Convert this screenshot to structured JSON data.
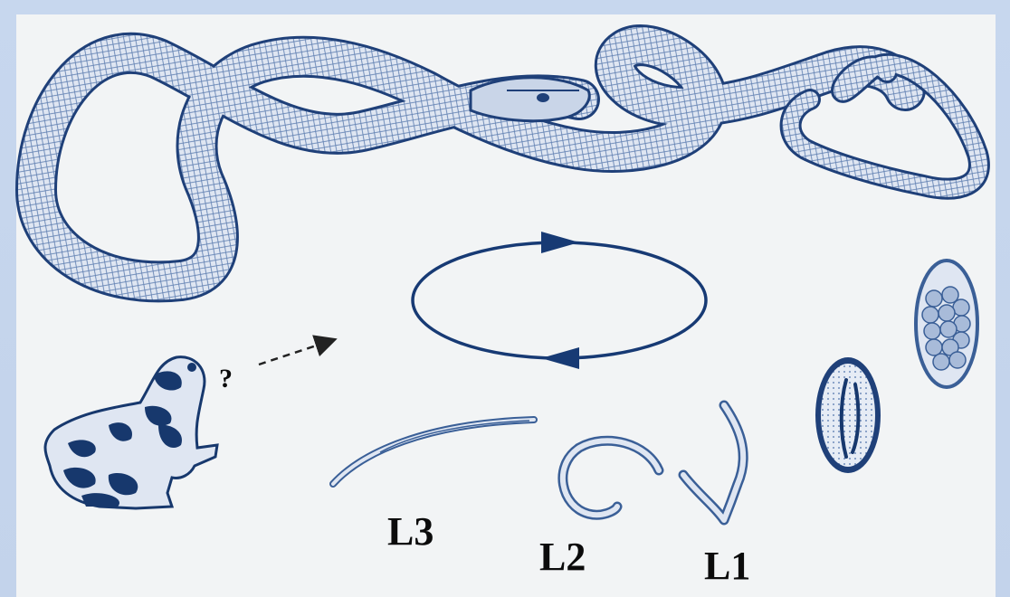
{
  "diagram": {
    "question_mark": "?",
    "larva_labels": [
      "L3",
      "L2",
      "L1"
    ]
  },
  "colors": {
    "ink": "#2c4f86",
    "ink_dark": "#17386d",
    "ink_light": "#8aa5cf",
    "arrow": "#173a74",
    "background": "#f2f4f5",
    "border": "#c5d5ec"
  },
  "icons": {
    "snake": "snake-icon",
    "frog": "frog-icon",
    "cycle": "cycle-arrows-icon",
    "egg_embryonated": "egg-with-larva-icon",
    "egg_cleaving": "egg-cleaving-icon"
  }
}
